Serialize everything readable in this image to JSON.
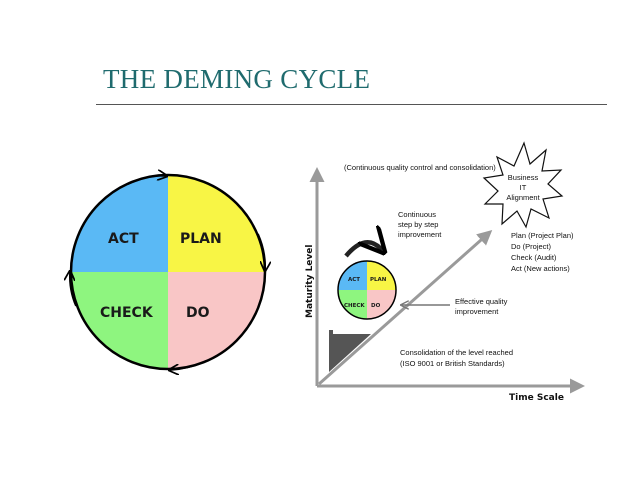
{
  "slide": {
    "title": "THE DEMING CYCLE"
  },
  "big_cycle": {
    "quadrants": {
      "act": "ACT",
      "plan": "PLAN",
      "check": "CHECK",
      "do": "DO"
    },
    "colors": {
      "act": "#5ab9f5",
      "plan": "#f8f545",
      "check": "#8ef57f",
      "do": "#f9c6c6",
      "outline": "#000000"
    }
  },
  "maturity_diagram": {
    "y_axis_label": "Maturity Level",
    "x_axis_label": "Time Scale",
    "small_cycle": {
      "act": "ACT",
      "plan": "PLAN",
      "check": "CHECK",
      "do": "DO"
    },
    "annotations": {
      "top": "(Continuous quality control and consolidation)",
      "continuous": [
        "Continuous",
        "step by step",
        "improvement"
      ],
      "effective": [
        "Effective quality",
        "improvement"
      ],
      "consolidation": [
        "Consolidation of the level reached",
        "(ISO 9001 or British Standards)"
      ],
      "pdca_list": [
        "Plan (Project Plan)",
        "Do (Project)",
        "Check (Audit)",
        "Act (New actions)"
      ],
      "starburst": [
        "Business",
        "IT",
        "Alignment"
      ]
    },
    "colors": {
      "arrow": "#9a9a9a",
      "wedge": "#555555"
    }
  }
}
